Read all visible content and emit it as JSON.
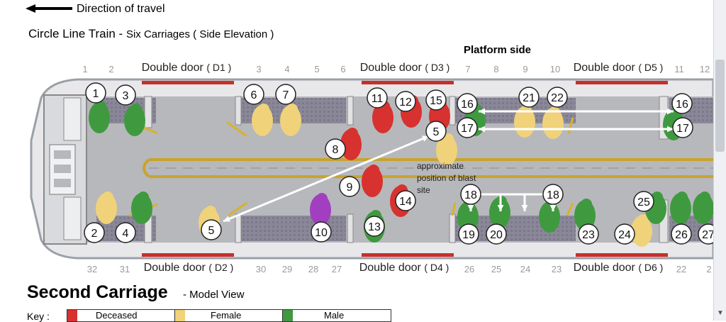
{
  "header": {
    "direction_label": "Direction of travel",
    "title": "Circle Line Train -",
    "subtitle": "Six Carriages ( Side Elevation )",
    "platform_label": "Platform side"
  },
  "doors": {
    "top": [
      {
        "name": "Double door",
        "code": "( D1 )"
      },
      {
        "name": "Double door",
        "code": "( D3 )"
      },
      {
        "name": "Double door",
        "code": "( D5 )"
      }
    ],
    "bottom": [
      {
        "name": "Double door",
        "code": "( D2 )"
      },
      {
        "name": "Double door",
        "code": "( D4 )"
      },
      {
        "name": "Double door",
        "code": "( D6 )"
      }
    ]
  },
  "seat_numbers": {
    "top": [
      "1",
      "2",
      "3",
      "4",
      "5",
      "6",
      "7",
      "8",
      "9",
      "10",
      "11",
      "12"
    ],
    "bottom": [
      "32",
      "31",
      "30",
      "29",
      "28",
      "27",
      "26",
      "25",
      "24",
      "23",
      "22",
      "2"
    ]
  },
  "markers": [
    "1",
    "3",
    "6",
    "7",
    "11",
    "12",
    "15",
    "16",
    "21",
    "22",
    "16",
    "5",
    "17",
    "17",
    "8",
    "9",
    "14",
    "18",
    "18",
    "25",
    "2",
    "4",
    "5",
    "10",
    "13",
    "19",
    "20",
    "23",
    "24",
    "26",
    "27"
  ],
  "diagram": {
    "blast_note": [
      "approximate",
      "position of blast",
      "site"
    ]
  },
  "footer": {
    "carriage_title": "Second Carriage",
    "model_view": "- Model View",
    "key_label": "Key :"
  },
  "key": [
    {
      "label": "Deceased",
      "color": "#d7322f"
    },
    {
      "label": "Female",
      "color": "#f0d27a"
    },
    {
      "label": "Male",
      "color": "#3f9a3f"
    }
  ],
  "colors": {
    "deceased": "#d7322f",
    "female": "#f0d27a",
    "male": "#3f9a3f",
    "unknown": "#a23fc0"
  }
}
